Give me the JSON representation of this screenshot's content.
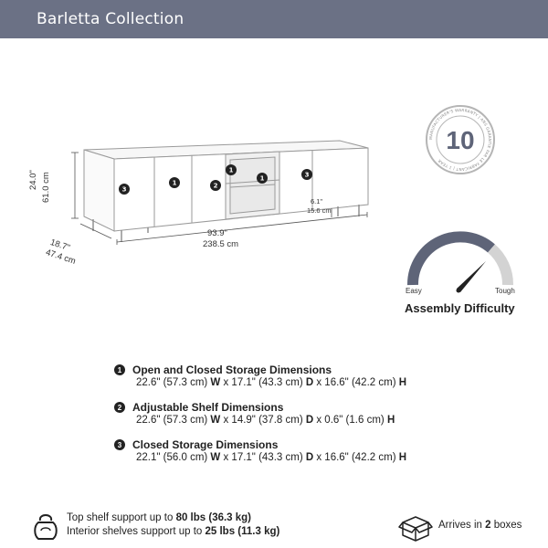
{
  "header": {
    "title": "Barletta Collection"
  },
  "diagram": {
    "height_in": "24.0\"",
    "height_cm": "61.0 cm",
    "depth_in": "18.7\"",
    "depth_cm": "47.4 cm",
    "width_in": "93.9\"",
    "width_cm": "238.5 cm",
    "leg_in": "6.1\"",
    "leg_cm": "15.6 cm",
    "markers": [
      "1",
      "1",
      "2",
      "3",
      "3"
    ]
  },
  "warranty": {
    "years": "10",
    "ring_text": "MANUFACTURER'S WARRANTY | ANS GARANTIE PAR LE FABRICANT | 1 YEAR "
  },
  "assembly": {
    "easy_label": "Easy",
    "tough_label": "Tough",
    "title": "Assembly Difficulty"
  },
  "specs": [
    {
      "number": "1",
      "title": "Open and Closed Storage Dimensions",
      "w": "22.6\" (57.3 cm) ",
      "w_unit": "W",
      "d": " x 17.1\" (43.3 cm) ",
      "d_unit": "D",
      "h": " x 16.6\" (42.2 cm) ",
      "h_unit": "H"
    },
    {
      "number": "2",
      "title": "Adjustable Shelf Dimensions",
      "w": "22.6\" (57.3 cm) ",
      "w_unit": "W",
      "d": " x 14.9\" (37.8 cm) ",
      "d_unit": "D",
      "h": " x 0.6\" (1.6 cm) ",
      "h_unit": "H"
    },
    {
      "number": "3",
      "title": "Closed Storage Dimensions",
      "w": "22.1\" (56.0 cm) ",
      "w_unit": "W",
      "d": " x 17.1\" (43.3 cm) ",
      "d_unit": "D",
      "h": " x 16.6\" (42.2 cm) ",
      "h_unit": "H"
    }
  ],
  "support": {
    "top_prefix": "Top shelf support up to ",
    "top_value": "80 lbs (36.3 kg)",
    "interior_prefix": "Interior shelves support up to ",
    "interior_value": "25 lbs (11.3 kg)"
  },
  "boxes": {
    "prefix": "Arrives in ",
    "count": "2",
    "suffix": " boxes"
  }
}
